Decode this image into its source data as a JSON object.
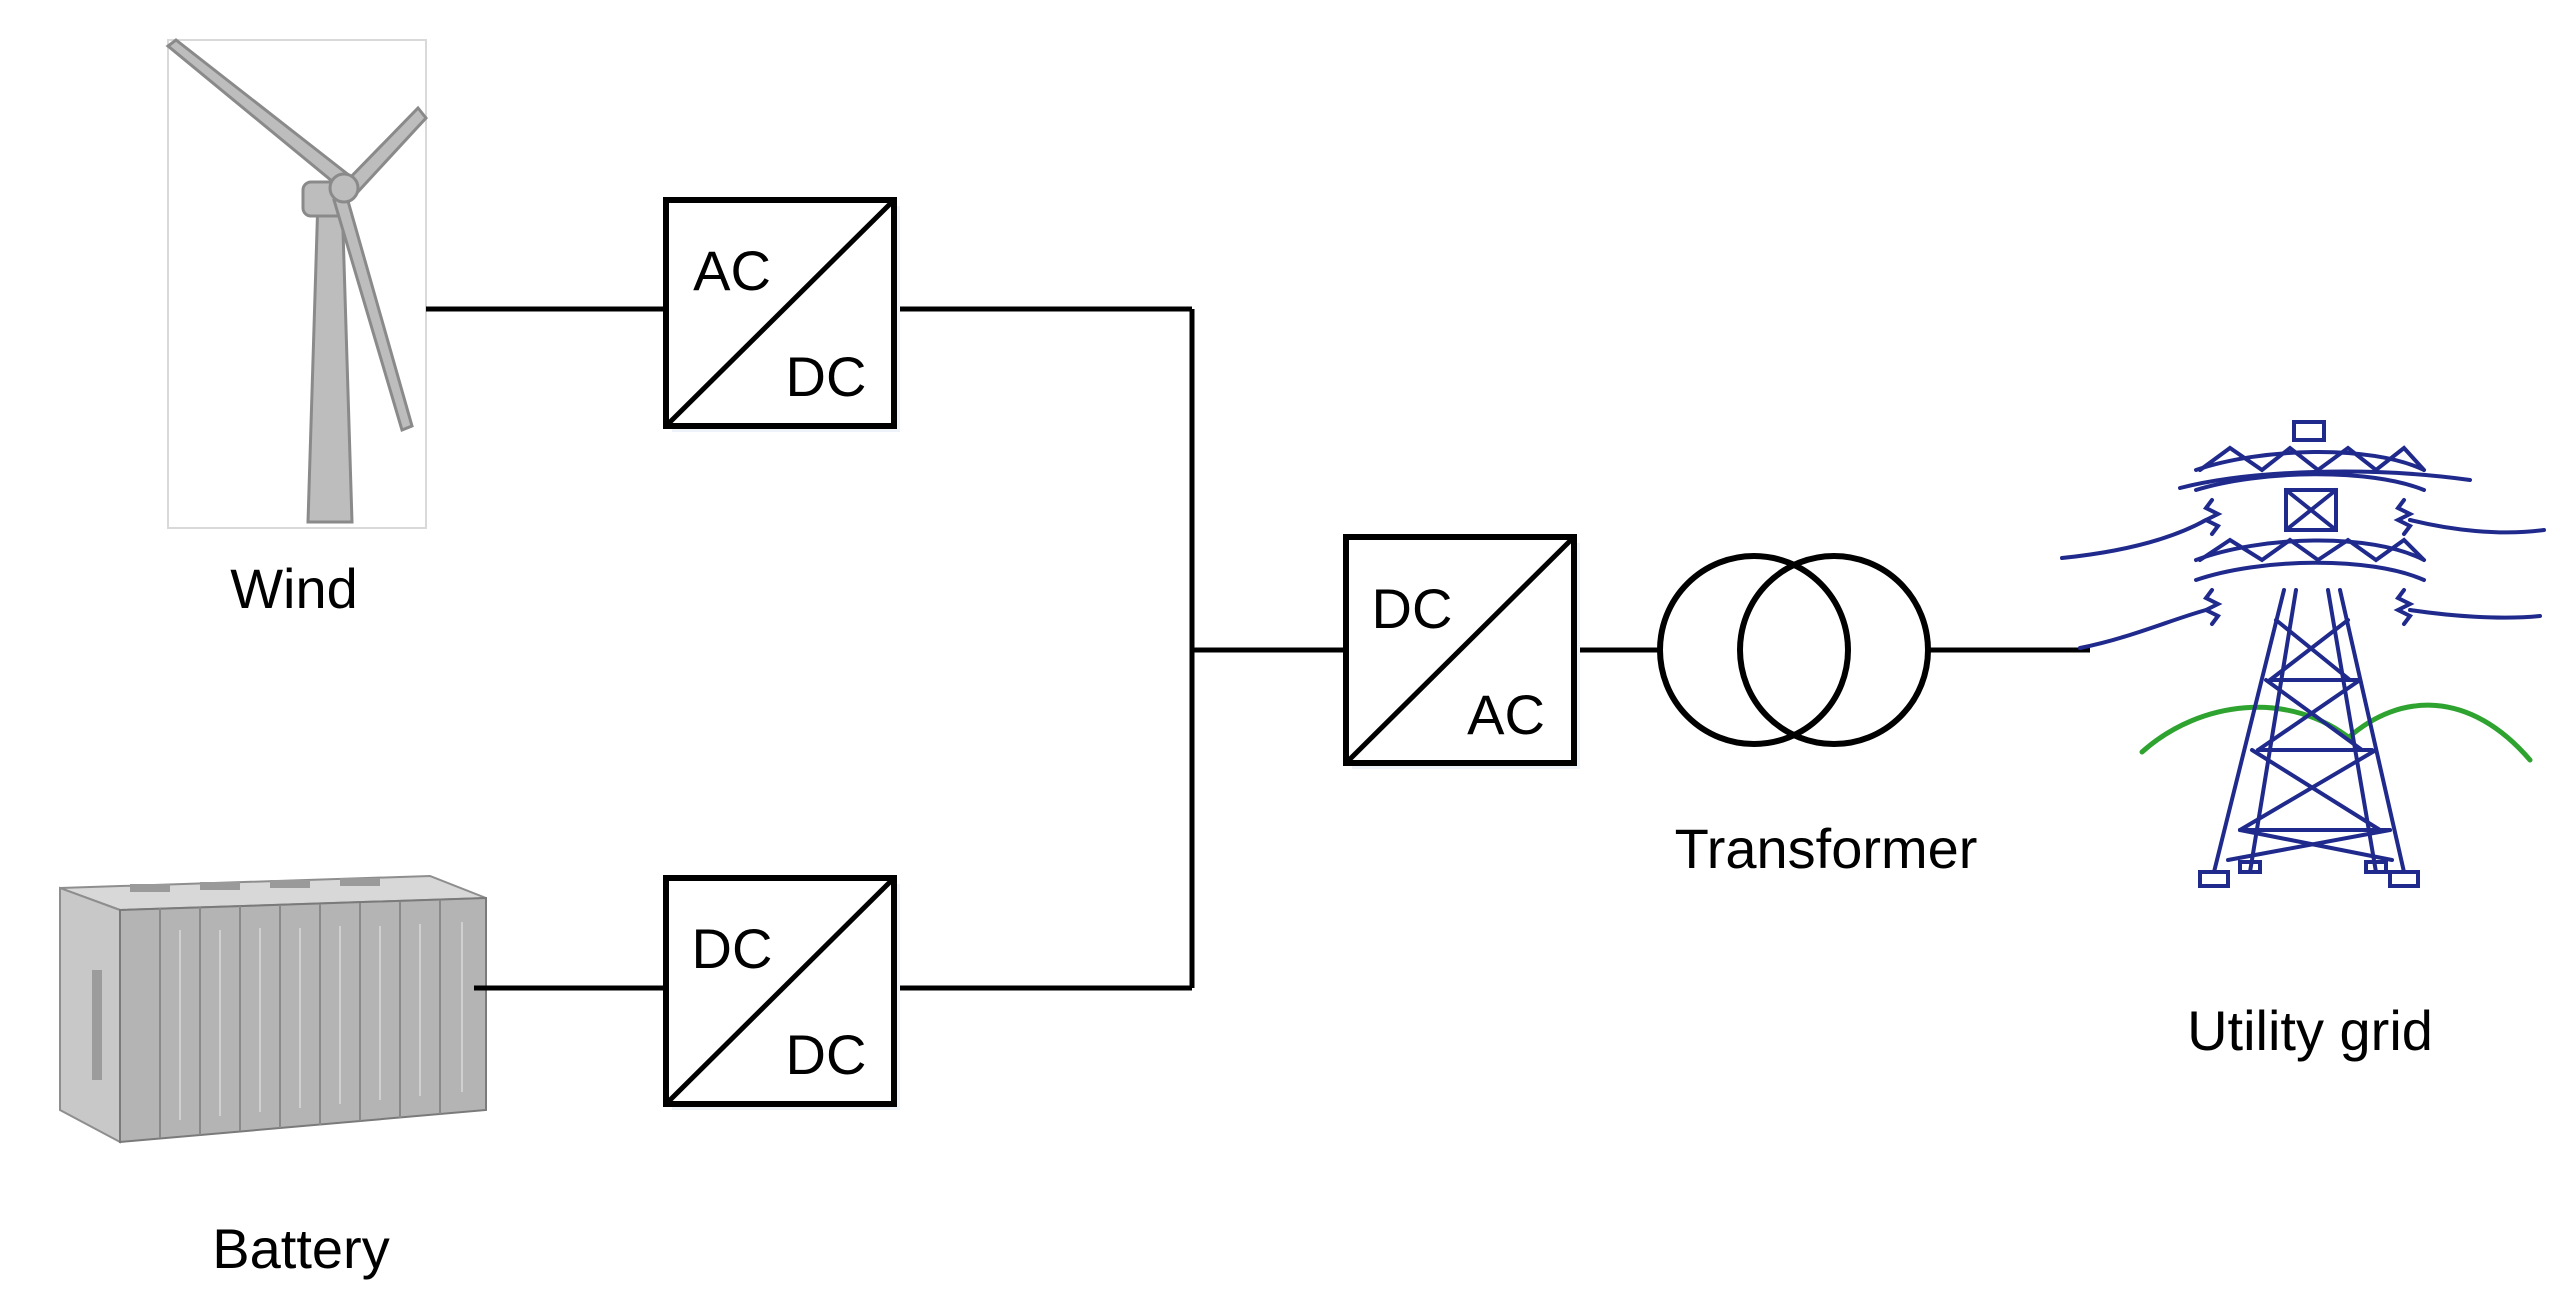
{
  "labels": {
    "wind": "Wind",
    "battery": "Battery",
    "transformer": "Transformer",
    "grid": "Utility grid"
  },
  "converters": {
    "wind_converter": {
      "top": "AC",
      "bottom": "DC"
    },
    "battery_converter": {
      "top": "DC",
      "bottom": "DC"
    },
    "grid_converter": {
      "top": "DC",
      "bottom": "AC"
    }
  },
  "icons": {
    "wind": "wind-turbine-icon",
    "battery": "battery-cabinet-icon",
    "transformer": "transformer-icon",
    "grid": "transmission-tower-icon"
  },
  "colors": {
    "line": "#000000",
    "turbine": "#bdbdbd",
    "tower": "#1f2a8c",
    "hills": "#2fa32f"
  }
}
